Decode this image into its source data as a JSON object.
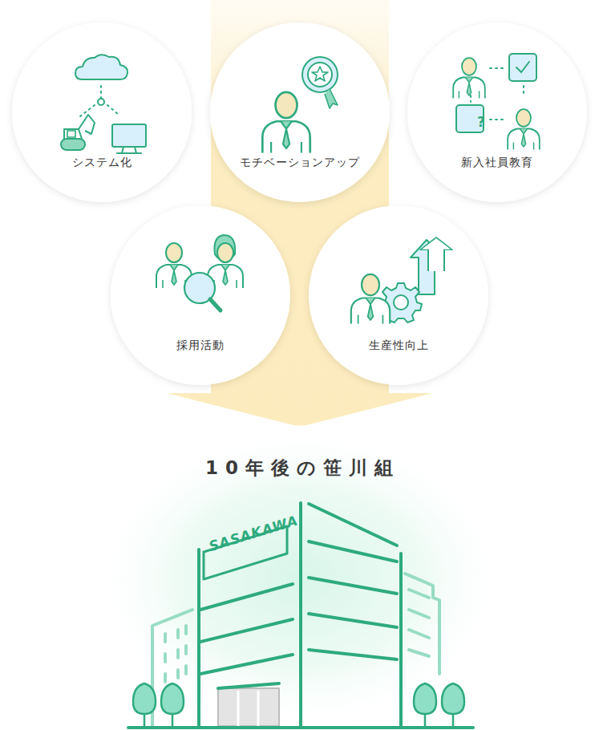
{
  "diagram": {
    "title": "10年後の笹川組",
    "nodes": [
      {
        "text": [
          "システム化"
        ]
      },
      {
        "text": [
          "モチベーションアップ"
        ]
      },
      {
        "text": [
          "新入社員教育"
        ]
      },
      {
        "text": [
          "採用活動"
        ]
      },
      {
        "text": [
          "生産性向上"
        ]
      }
    ],
    "labels": [
      "?",
      "SASAKAWA"
    ]
  }
}
